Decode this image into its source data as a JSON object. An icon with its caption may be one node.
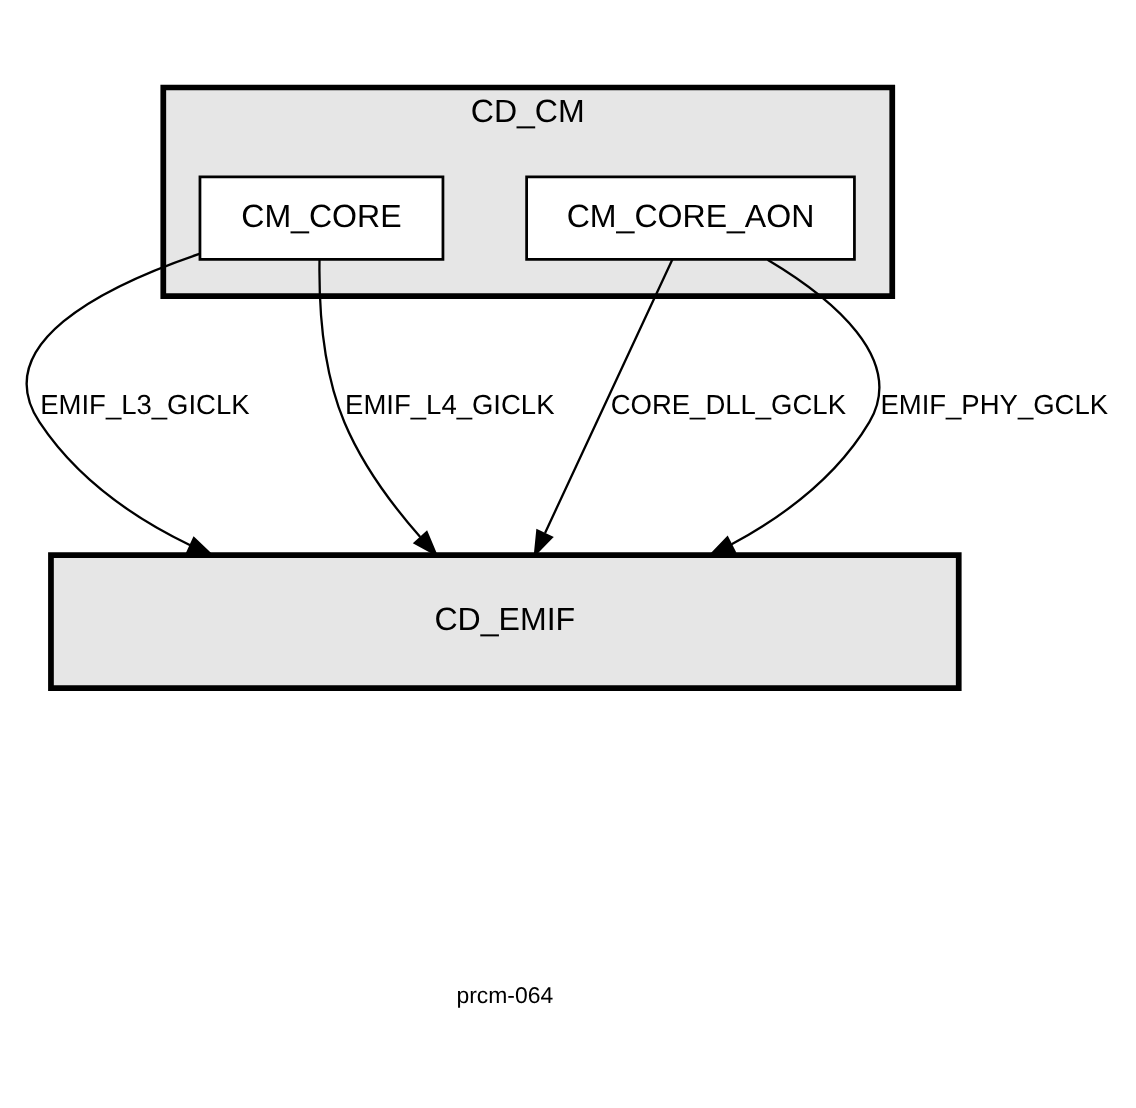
{
  "diagram": {
    "nodes": [
      {
        "text": [
          "CD_CM"
        ]
      },
      {
        "text": [
          "CM_CORE"
        ],
        "in": 0
      },
      {
        "text": [
          "CM_CORE_AON"
        ],
        "in": 0
      },
      {
        "text": [
          "CD_EMIF"
        ]
      }
    ],
    "edges": [
      {
        "from": 1,
        "to": 3,
        "arrow": "to",
        "label": "EMIF_L3_GICLK"
      },
      {
        "from": 1,
        "to": 3,
        "arrow": "to",
        "label": "EMIF_L4_GICLK"
      },
      {
        "from": 2,
        "to": 3,
        "arrow": "to",
        "label": "CORE_DLL_GCLK"
      },
      {
        "from": 2,
        "to": 3,
        "arrow": "to",
        "label": "EMIF_PHY_GCLK"
      }
    ],
    "labels": [
      "prcm-064"
    ]
  }
}
